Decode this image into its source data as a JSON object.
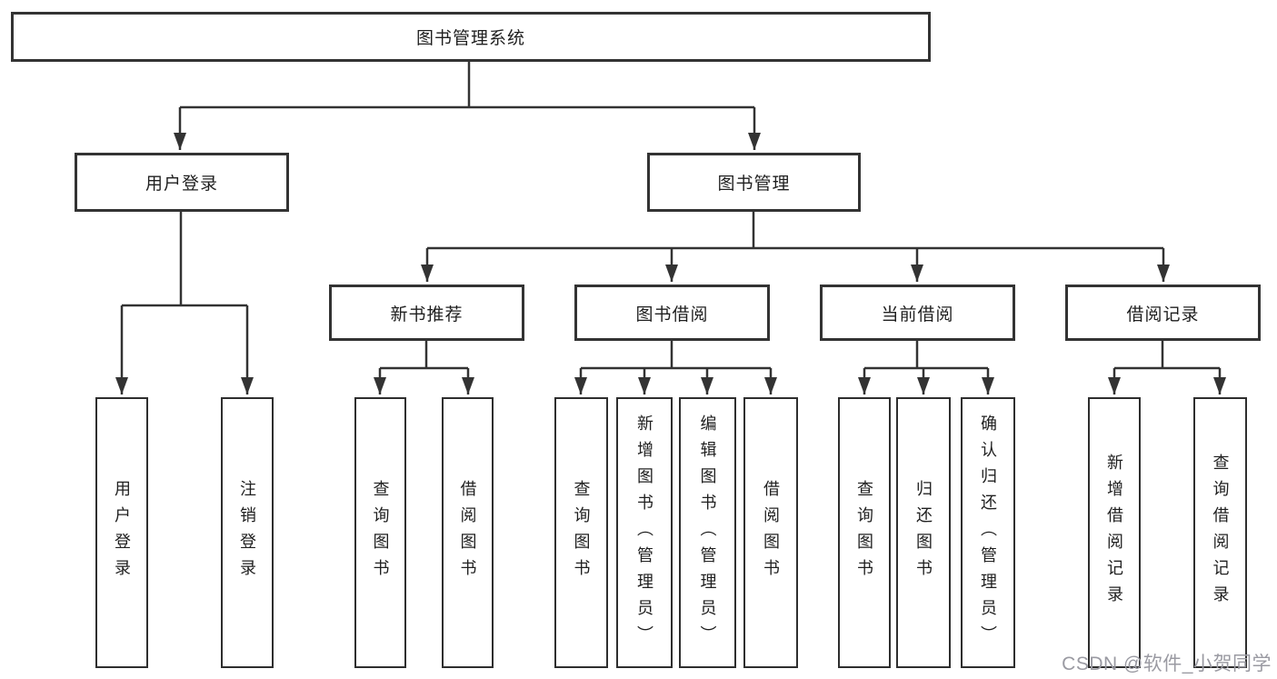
{
  "tree": {
    "root": "图书管理系统",
    "branches": [
      {
        "label": "用户登录",
        "children": [
          "用户登录",
          "注销登录"
        ]
      },
      {
        "label": "图书管理",
        "groups": [
          {
            "label": "新书推荐",
            "children": [
              "查询图书",
              "借阅图书"
            ]
          },
          {
            "label": "图书借阅",
            "children": [
              "查询图书",
              "新增图书（管理员）",
              "编辑图书（管理员）",
              "借阅图书"
            ]
          },
          {
            "label": "当前借阅",
            "children": [
              "查询图书",
              "归还图书",
              "确认归还（管理员）"
            ]
          },
          {
            "label": "借阅记录",
            "children": [
              "新增借阅记录",
              "查询借阅记录"
            ]
          }
        ]
      }
    ]
  },
  "watermark": "CSDN @软件_小贺同学",
  "colors": {
    "line": "#333333",
    "text": "#1f1f1f",
    "watermark": "#9a9aa2",
    "background": "#ffffff"
  }
}
